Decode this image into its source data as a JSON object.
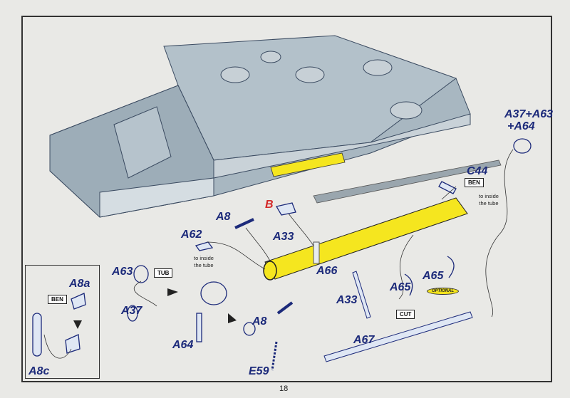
{
  "page_number": "18",
  "labels": {
    "a37_a63": "A37+A63",
    "plus_a64": "+A64",
    "c44": "C44",
    "b": "B",
    "a8_top": "A8",
    "a62": "A62",
    "a33_top": "A33",
    "a66": "A66",
    "a63": "A63",
    "a37": "A37",
    "a64": "A64",
    "a8_bottom": "A8",
    "e59": "E59",
    "a33_bottom": "A33",
    "a65_left": "A65",
    "a65_right": "A65",
    "a67": "A67",
    "a8a": "A8a",
    "a8c": "A8c"
  },
  "tags": {
    "ben_c44": "BEN",
    "ben_inset": "BEN",
    "tub": "TUB",
    "cut": "CUT",
    "optional": "OPTIONAL"
  },
  "notes": {
    "c44_line1": "to inside",
    "c44_line2": "the tube",
    "a62_line1": "to inside",
    "a62_line2": "the tube"
  },
  "colors": {
    "part_blue": "#1c2a7a",
    "hull_grey": "#a8b7c1",
    "tube_yellow": "#f5e61f",
    "accent_red": "#d42a2a"
  }
}
